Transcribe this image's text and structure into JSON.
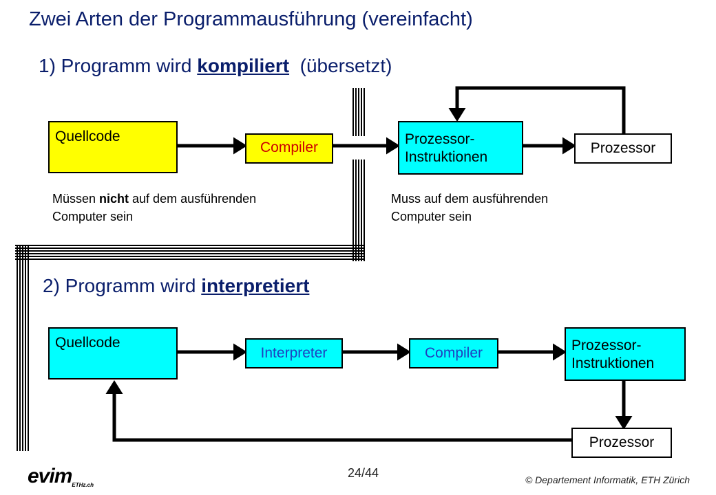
{
  "title": "Zwei Arten der Programmausführung  (vereinfacht)",
  "section1": {
    "prefix": "1) Programm wird ",
    "emphasis": "kompiliert",
    "suffix": "  (übersetzt)",
    "boxes": {
      "source": "Quellcode",
      "compiler": "Compiler",
      "instructions_line1": "Prozessor-",
      "instructions_line2": "Instruktionen",
      "processor": "Prozessor"
    },
    "note_left_pre": "Müssen ",
    "note_left_bold": "nicht",
    "note_left_post": " auf dem ausführenden",
    "note_left_line2": "Computer sein",
    "note_right_line1": "Muss auf dem ausführenden",
    "note_right_line2": "Computer sein"
  },
  "section2": {
    "prefix": "2) Programm wird ",
    "emphasis": "interpretiert",
    "boxes": {
      "source": "Quellcode",
      "interpreter": "Interpreter",
      "compiler": "Compiler",
      "instructions_line1": "Prozessor-",
      "instructions_line2": "Instruktionen",
      "processor": "Prozessor"
    }
  },
  "footer": {
    "page": "24/44",
    "copyright": "© Departement Informatik, ETH Zürich",
    "logo_main": "evim",
    "logo_sub": "ETHz.ch"
  },
  "colors": {
    "title": "#0a1e6b",
    "yellow": "#ffff00",
    "cyan": "#00ffff",
    "compiler_text_red": "#cc0000",
    "interpreter_text_blue": "#1f3fbf"
  }
}
